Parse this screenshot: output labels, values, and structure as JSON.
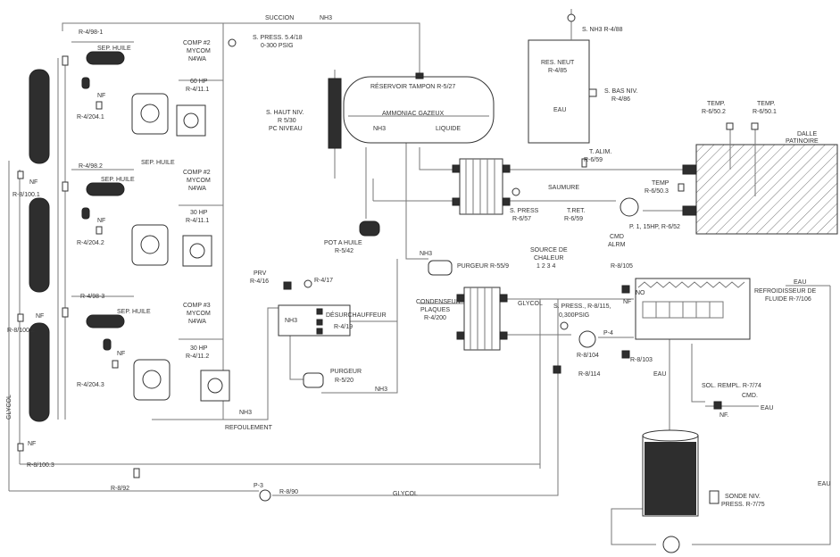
{
  "colors": {
    "line": "#777777",
    "equipment_dark": "#2e2e2e",
    "text": "#333333",
    "background": "#ffffff"
  },
  "labels": {
    "succion": "SUCCION",
    "nh3_top": "NH3",
    "spress_top": "S. PRESS. 5.4/18",
    "spress_top2": "0-300 PSIG",
    "nh3_valve": "S. NH3 R-4/88",
    "r498_1": "R-4/98-1",
    "sep_huile_1": "SEP. HUILE",
    "comp1_a": "COMP #2",
    "comp1_b": "MYCOM",
    "comp1_c": "N4WA",
    "comp1_hp": "60 HP",
    "comp1_r": "R-4/11.1",
    "nf_1": "NF",
    "r4204_1": "R-4/204.1",
    "reservoir": "RÉSERVOIR TAMPON R-5/27",
    "ammoniac": "AMMONIAC GAZEUX",
    "nh3_res": "NH3",
    "liquide": "LIQUIDE",
    "shaut_a": "S. HAUT NIV.",
    "shaut_b": "R 5/30",
    "shaut_c": "PC NIVEAU",
    "res_neut_a": "RES. NEUT",
    "res_neut_b": "R-4/85",
    "eau_res": "EAU",
    "sbas_a": "S. BAS NIV.",
    "sbas_b": "R-4/86",
    "temp1_a": "TEMP.",
    "temp1_b": "R-6/50.2",
    "temp2_a": "TEMP.",
    "temp2_b": "R-6/50.1",
    "dalle_a": "DALLE",
    "dalle_b": "PATINOIRE",
    "talim_a": "T. ALIM.",
    "talim_b": "R-6/59",
    "temp3_a": "TEMP",
    "temp3_b": "R-6/50.3",
    "saumure": "SAUMURE",
    "spress_b_a": "S. PRESS",
    "spress_b_b": "R-6/57",
    "tret_a": "T.RET.",
    "tret_b": "R-6/59",
    "p1": "P. 1, 15HP, R-6/52",
    "cmd_a": "CMD",
    "cmd_b": "ALRM",
    "r498_2": "R-4/98.2",
    "sep_huile_2a": "SEP. HUILE",
    "r8100_1": "R-8/100.1",
    "nf_2a": "NF",
    "sep_huile_2": "SEP. HUILE",
    "comp2_a": "COMP #2",
    "comp2_b": "MYCOM",
    "comp2_c": "N4WA",
    "comp2_hp": "30 HP",
    "comp2_r": "R-4/11.1",
    "nf_2": "NF",
    "r4204_2": "R-4/204.2",
    "pot_a": "POT A HUILE",
    "pot_b": "R-5/42",
    "nh3_purg": "NH3",
    "purgeur1": "PURGEUR R-55/9",
    "source_a": "SOURCE DE",
    "source_b": "CHALEUR",
    "source_c": "1  2  3  4",
    "r8105": "R-8/105",
    "eau_top": "EAU",
    "refroid_a": "REFROIDISSEUR DE",
    "refroid_b": "FLUIDE R-7/106",
    "no": "NO",
    "nf_r": "NF",
    "prv_a": "PRV",
    "prv_b": "R-4/16",
    "r417": "R-4/17",
    "r498_3": "R-4/98-3",
    "sep_huile_3": "SEP. HUILE",
    "comp3_a": "COMP #3",
    "comp3_b": "MYCOM",
    "comp3_c": "N4WA",
    "nf_3a": "NF",
    "r8100_2": "R-8/100.2",
    "nf_3": "NF",
    "nh3_desurch": "NH3",
    "desurch_a": "DÉSURCHAUFFEUR",
    "desurch_b": "R-4/19",
    "condens_a": "CONDENSEUR",
    "condens_b": "PLAQUES",
    "condens_c": "R-4/200",
    "glycol_mid": "GLYCOL",
    "spress_c_a": "S. PRESS., R-8/115,",
    "spress_c_b": "0,300PSIG",
    "p4": "P-4",
    "r8104": "R-8/104",
    "r8103": "R-8/103",
    "comp3_hp": "30 HP",
    "comp3_r": "R-4/11.2",
    "r4204_3": "R-4/204.3",
    "purgeur2_a": "PURGEUR",
    "purgeur2_b": "R-5/20",
    "nh3_low": "NH3",
    "r8114": "R-8/114",
    "eau_mid": "EAU",
    "glycol_side": "GLYCOL",
    "nh3_bottom": "NH3",
    "refoulement": "REFOULEMENT",
    "sol_a": "SOL. REMPL. R-7/74",
    "sol_cmd": "CMD.",
    "sol_eau": "EAU",
    "sol_nf": "NF.",
    "nf_4": "NF",
    "r8100_3": "R-8/100.3",
    "r892": "R-8/92",
    "p3": "P-3",
    "r890": "R-8/90",
    "glycol_bottom": "GLYCOL",
    "sonde_a": "SONDE NIV.",
    "sonde_b": "PRESS. R-7/75",
    "eau_right": "EAU"
  }
}
